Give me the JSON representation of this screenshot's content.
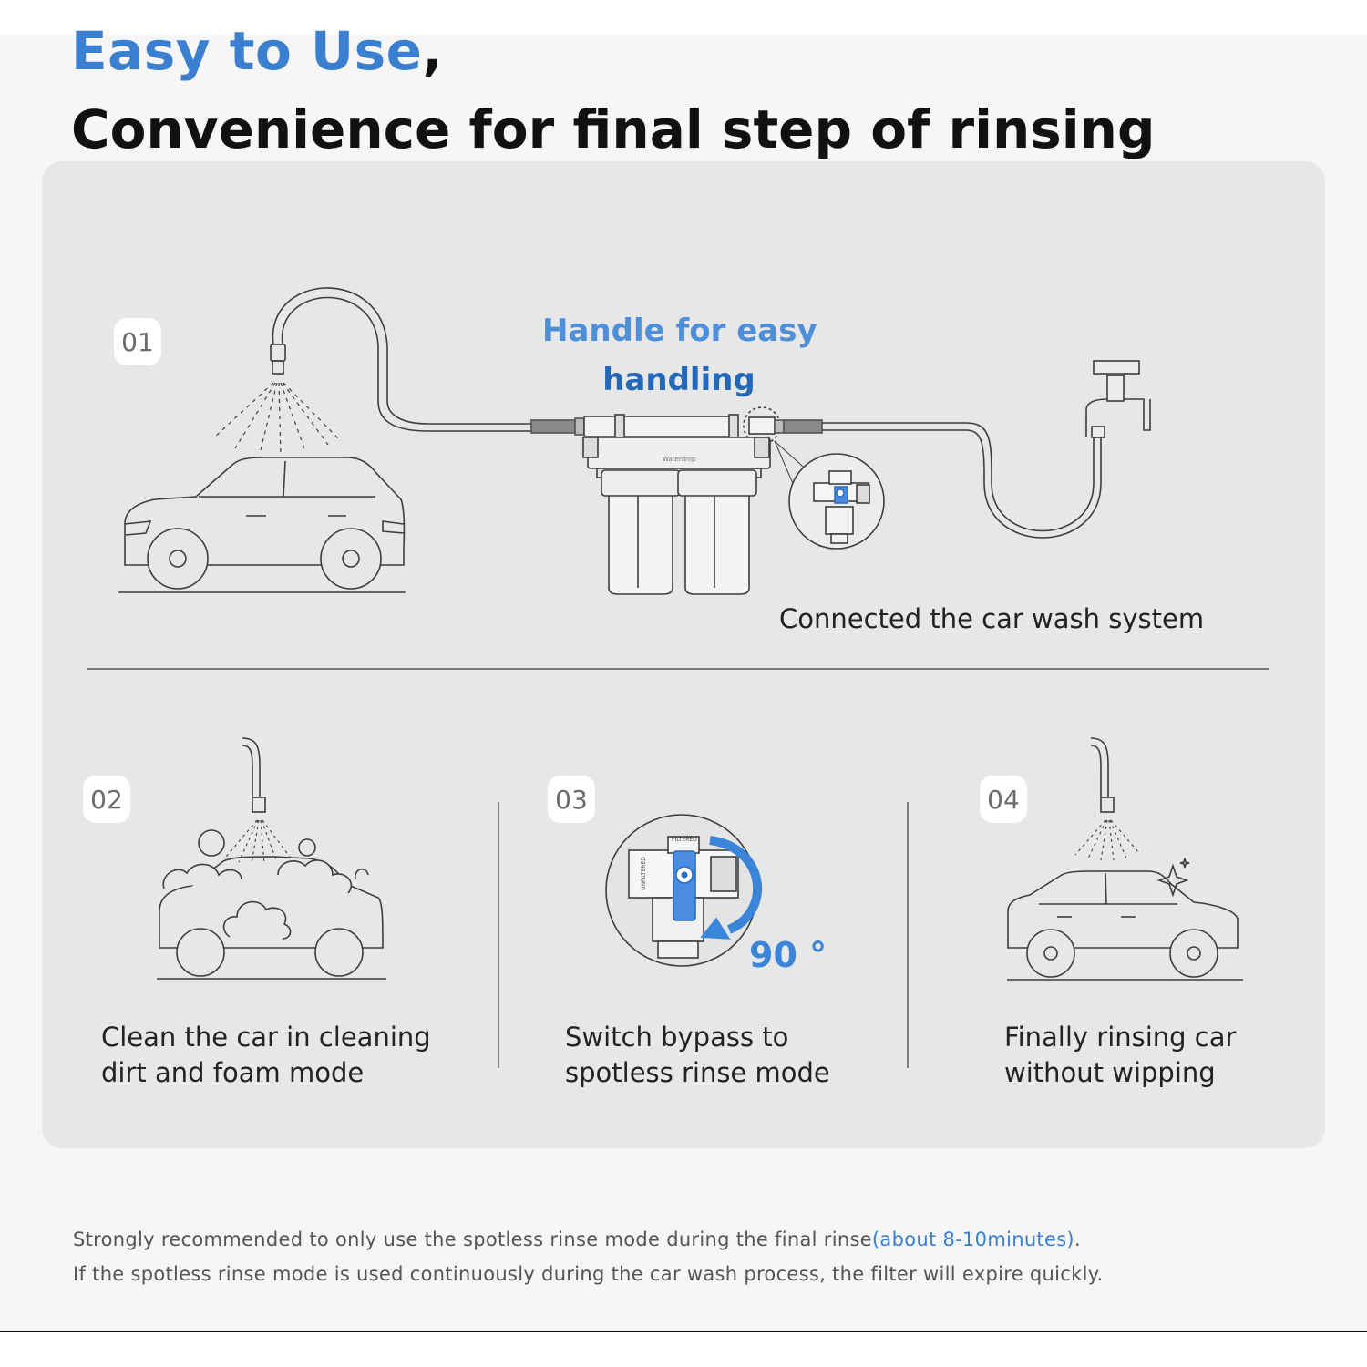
{
  "heading": {
    "line1": "Easy to Use",
    "line1_punct": ",",
    "line2": "Convenience for final step of rinsing"
  },
  "step1": {
    "number": "01",
    "callout_line1": "Handle for easy",
    "callout_line2": "handling",
    "caption": "Connected the car wash system",
    "brand_on_filter": "Waterdrop"
  },
  "step2": {
    "number": "02",
    "caption_line1": "Clean the car in cleaning",
    "caption_line2": "dirt and foam mode"
  },
  "step3": {
    "number": "03",
    "caption_line1": "Switch bypass to",
    "caption_line2": "spotless rinse mode",
    "angle": "90 °",
    "valve_label_top": "FILTERED",
    "valve_label_side": "UNFILTERED"
  },
  "step4": {
    "number": "04",
    "caption_line1": "Finally rinsing car",
    "caption_line2": "without wipping"
  },
  "footnote": {
    "line1_main": "Strongly recommended to only use the spotless rinse mode during the final rinse",
    "line1_highlight": "(about 8-10minutes)",
    "line1_end": ".",
    "line2": "If the spotless rinse mode is used continuously during the car wash process, the filter will expire quickly."
  },
  "colors": {
    "accent_blue": "#3a7fd0",
    "dark_blue": "#2568b8",
    "panel_bg": "#e7e7e7",
    "line": "#444444"
  }
}
